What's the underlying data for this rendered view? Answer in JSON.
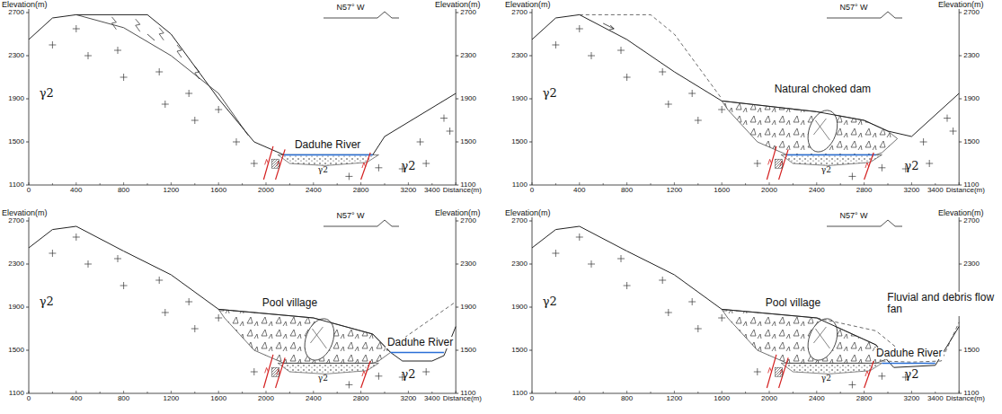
{
  "diagram": {
    "labels": [
      "Elevation(m)",
      "Elevation(m)",
      "N57° W",
      "2700",
      "2300",
      "1900",
      "1500",
      "1100",
      "2700",
      "2300",
      "1900",
      "1500",
      "1100",
      "0",
      "400",
      "800",
      "1200",
      "1600",
      "2000",
      "2400",
      "2800",
      "3200",
      "3400",
      "Distance(m)",
      "γ2",
      "γ2",
      "γ2",
      "Daduhe River",
      "Elevation(m)",
      "Elevation(m)",
      "N57° W",
      "2700",
      "2300",
      "1900",
      "1500",
      "1100",
      "2700",
      "2300",
      "1900",
      "1500",
      "1100",
      "0",
      "400",
      "800",
      "1200",
      "1600",
      "2000",
      "2400",
      "2800",
      "3200",
      "3400",
      "Distance(m)",
      "γ2",
      "γ2",
      "γ2",
      "Natural choked dam",
      "Elevation(m)",
      "Elevation(m)",
      "N57° W",
      "2700",
      "2300",
      "1900",
      "1500",
      "1100",
      "2700",
      "2300",
      "1900",
      "1500",
      "1100",
      "0",
      "400",
      "800",
      "1200",
      "1600",
      "2000",
      "2400",
      "2800",
      "3200",
      "3400",
      "Distance(m)",
      "γ2",
      "γ2",
      "γ2",
      "Pool village",
      "Daduhe River",
      "Elevation(m)",
      "Elevation(m)",
      "N57° W",
      "2700",
      "2300",
      "1900",
      "1500",
      "1100",
      "2700",
      "2300",
      "1900",
      "1500",
      "1100",
      "0",
      "400",
      "800",
      "1200",
      "1600",
      "2000",
      "2400",
      "2800",
      "3200",
      "3400",
      "Distance(m)",
      "γ2",
      "γ2",
      "γ2",
      "Pool village",
      "Fluvial and debris flow fan",
      "Daduhe River"
    ]
  }
}
